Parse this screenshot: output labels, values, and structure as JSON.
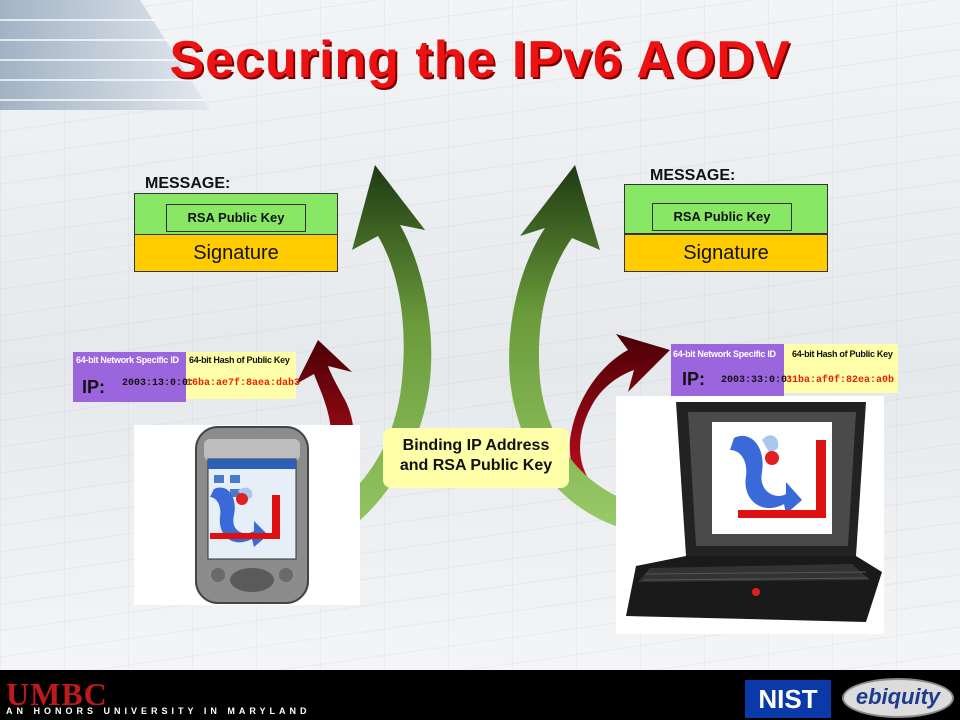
{
  "slide": {
    "title": "Securing the IPv6 AODV"
  },
  "left_panel": {
    "message_label": "MESSAGE:",
    "rsa_label": "RSA Public Key",
    "signature_label": "Signature",
    "network_id_label": "64-bit Network Specific ID",
    "hash_label": "64-bit Hash of Public Key",
    "ip_label": "IP:",
    "ip_prefix": "2003:13:0:0:",
    "ip_hash": "16ba:ae7f:8aea:dab3"
  },
  "right_panel": {
    "message_label": "MESSAGE:",
    "rsa_label": "RSA Public Key",
    "signature_label": "Signature",
    "network_id_label": "64-bit Network Specific ID",
    "hash_label": "64-bit Hash of Public Key",
    "ip_label": "IP:",
    "ip_prefix": "2003:33:0:0:",
    "ip_hash": "31ba:af0f:82ea:a0b"
  },
  "center": {
    "binding_line1": "Binding IP Address",
    "binding_line2": "and RSA Public Key"
  },
  "footer": {
    "umbc": "UMBC",
    "umbc_tagline": "AN HONORS UNIVERSITY IN MARYLAND",
    "nist": "NIST",
    "ebiquity": "ebiquity"
  },
  "colors": {
    "title": "#ee1111",
    "message_green": "#88e866",
    "signature_yellow": "#ffcc00",
    "network_id_purple": "#9b66dd",
    "hash_yellow": "#ffffaa",
    "hash_red_text": "#ee2200",
    "red_arrow": "#b00010",
    "green_arrow": "#6a9a3a"
  },
  "icons": [
    "pda-device",
    "laptop-device",
    "signature-logo",
    "building-decoration"
  ]
}
